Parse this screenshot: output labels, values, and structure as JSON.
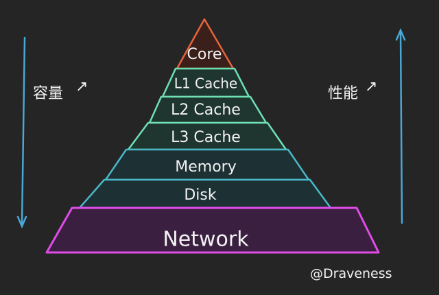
{
  "diagram": {
    "levels": [
      {
        "label": "Core",
        "color": "#e8643c",
        "fill": "#3a1f1a"
      },
      {
        "label": "L1 Cache",
        "color": "#6fe0b4",
        "fill": "#1f3530"
      },
      {
        "label": "L2 Cache",
        "color": "#6fe0b4",
        "fill": "#1f3530"
      },
      {
        "label": "L3 Cache",
        "color": "#6fe0b4",
        "fill": "#1f3530"
      },
      {
        "label": "Memory",
        "color": "#4ab8c8",
        "fill": "#1d3033"
      },
      {
        "label": "Disk",
        "color": "#4ab8c8",
        "fill": "#1d3033"
      },
      {
        "label": "Network",
        "color": "#e04ce8",
        "fill": "#3b1f40"
      }
    ],
    "left_axis": {
      "label": "容量",
      "arrow_glyph": "↗",
      "color": "#4aa7d6"
    },
    "right_axis": {
      "label": "性能",
      "arrow_glyph": "↗",
      "color": "#4aa7d6"
    },
    "signature": "@Draveness"
  }
}
